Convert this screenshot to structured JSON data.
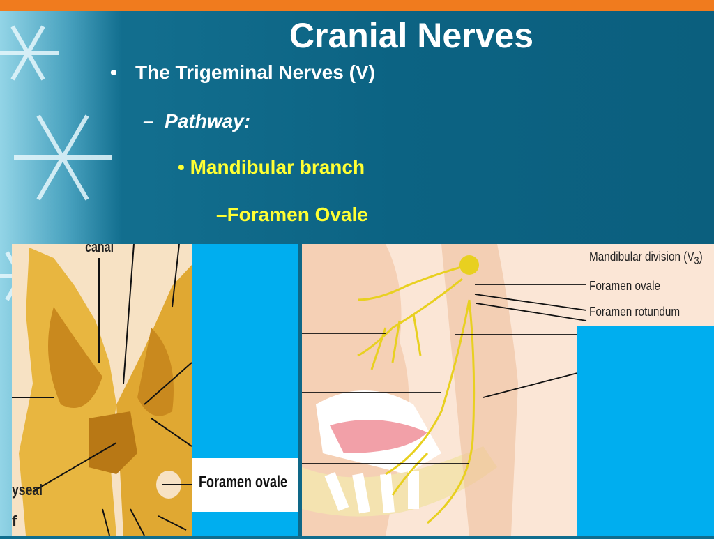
{
  "slide": {
    "title": "Cranial Nerves",
    "bullet1": {
      "marker": "•",
      "text": "The Trigeminal Nerves (V)"
    },
    "bullet2": {
      "marker": "–",
      "text": "Pathway:"
    },
    "bullet3": {
      "marker": "•",
      "text": "Mandibular branch"
    },
    "bullet4": {
      "marker": "–",
      "text": "Foramen Ovale"
    }
  },
  "skull_figure": {
    "label_top": "canal",
    "label_left": "yseal",
    "label_left2": "f",
    "label_foramen": "Foramen ovale"
  },
  "face_figure": {
    "label_mandibular": "Mandibular division (V",
    "label_mandibular_sub": "3",
    "label_mandibular_close": ")",
    "label_foramen_ovale": "Foramen ovale",
    "label_foramen_rotundum": "Foramen rotundum"
  },
  "colors": {
    "orange_bar": "#f07b1e",
    "blue_bg": "#0f6d8e",
    "cyan_box": "#00aeef",
    "yellow_text": "#ffff33"
  }
}
